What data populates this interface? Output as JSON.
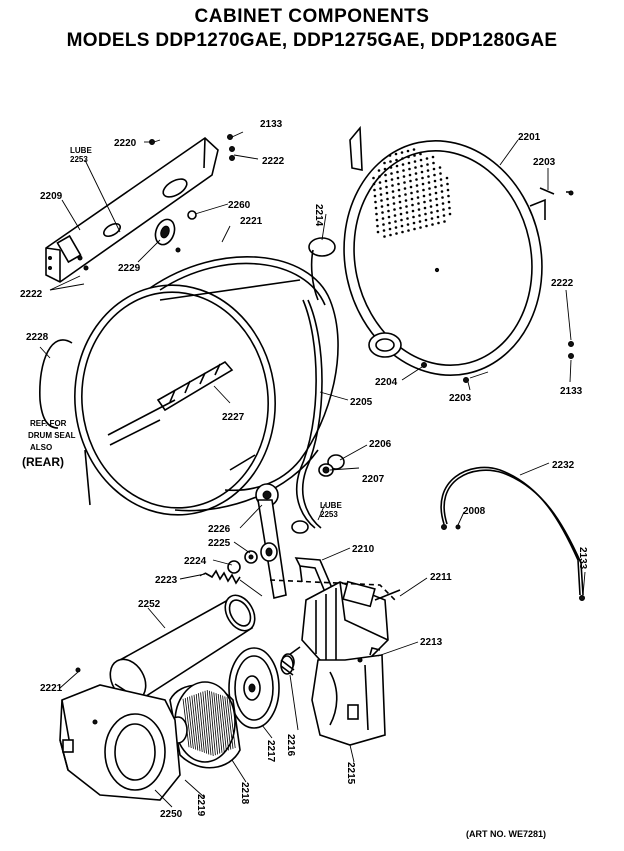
{
  "header": {
    "title": "CABINET COMPONENTS",
    "subtitle": "MODELS DDP1270GAE, DDP1275GAE, DDP1280GAE"
  },
  "notes": {
    "lube_top_1": "LUBE",
    "lube_top_2": "2253",
    "lube_mid_1": "LUBE",
    "lube_mid_2": "2253",
    "ref_1": "REF. FOR",
    "ref_2": "DRUM SEAL",
    "ref_3": "ALSO",
    "ref_4": "(REAR)"
  },
  "art_no": "(ART NO. WE7281)",
  "callouts": {
    "c2133_top": "2133",
    "c2220": "2220",
    "c2222_top": "2222",
    "c2209": "2209",
    "c2260": "2260",
    "c2221_top": "2221",
    "c2229": "2229",
    "c2222_left": "2222",
    "c2214": "2214",
    "c2201": "2201",
    "c2203_top": "2203",
    "c2222_right": "2222",
    "c2228": "2228",
    "c2227": "2227",
    "c2205": "2205",
    "c2204": "2204",
    "c2203_bottom": "2203",
    "c2133_right": "2133",
    "c2206": "2206",
    "c2207": "2207",
    "c2232": "2232",
    "c2226": "2226",
    "c2008": "2008",
    "c2225": "2225",
    "c2210": "2210",
    "c2224": "2224",
    "c2133_bottom": "2133",
    "c2223": "2223",
    "c2211": "2211",
    "c2252": "2252",
    "c2213": "2213",
    "c2221_bottom": "2221",
    "c2216": "2216",
    "c2217": "2217",
    "c2218": "2218",
    "c2215": "2215",
    "c2219": "2219",
    "c2250": "2250"
  }
}
